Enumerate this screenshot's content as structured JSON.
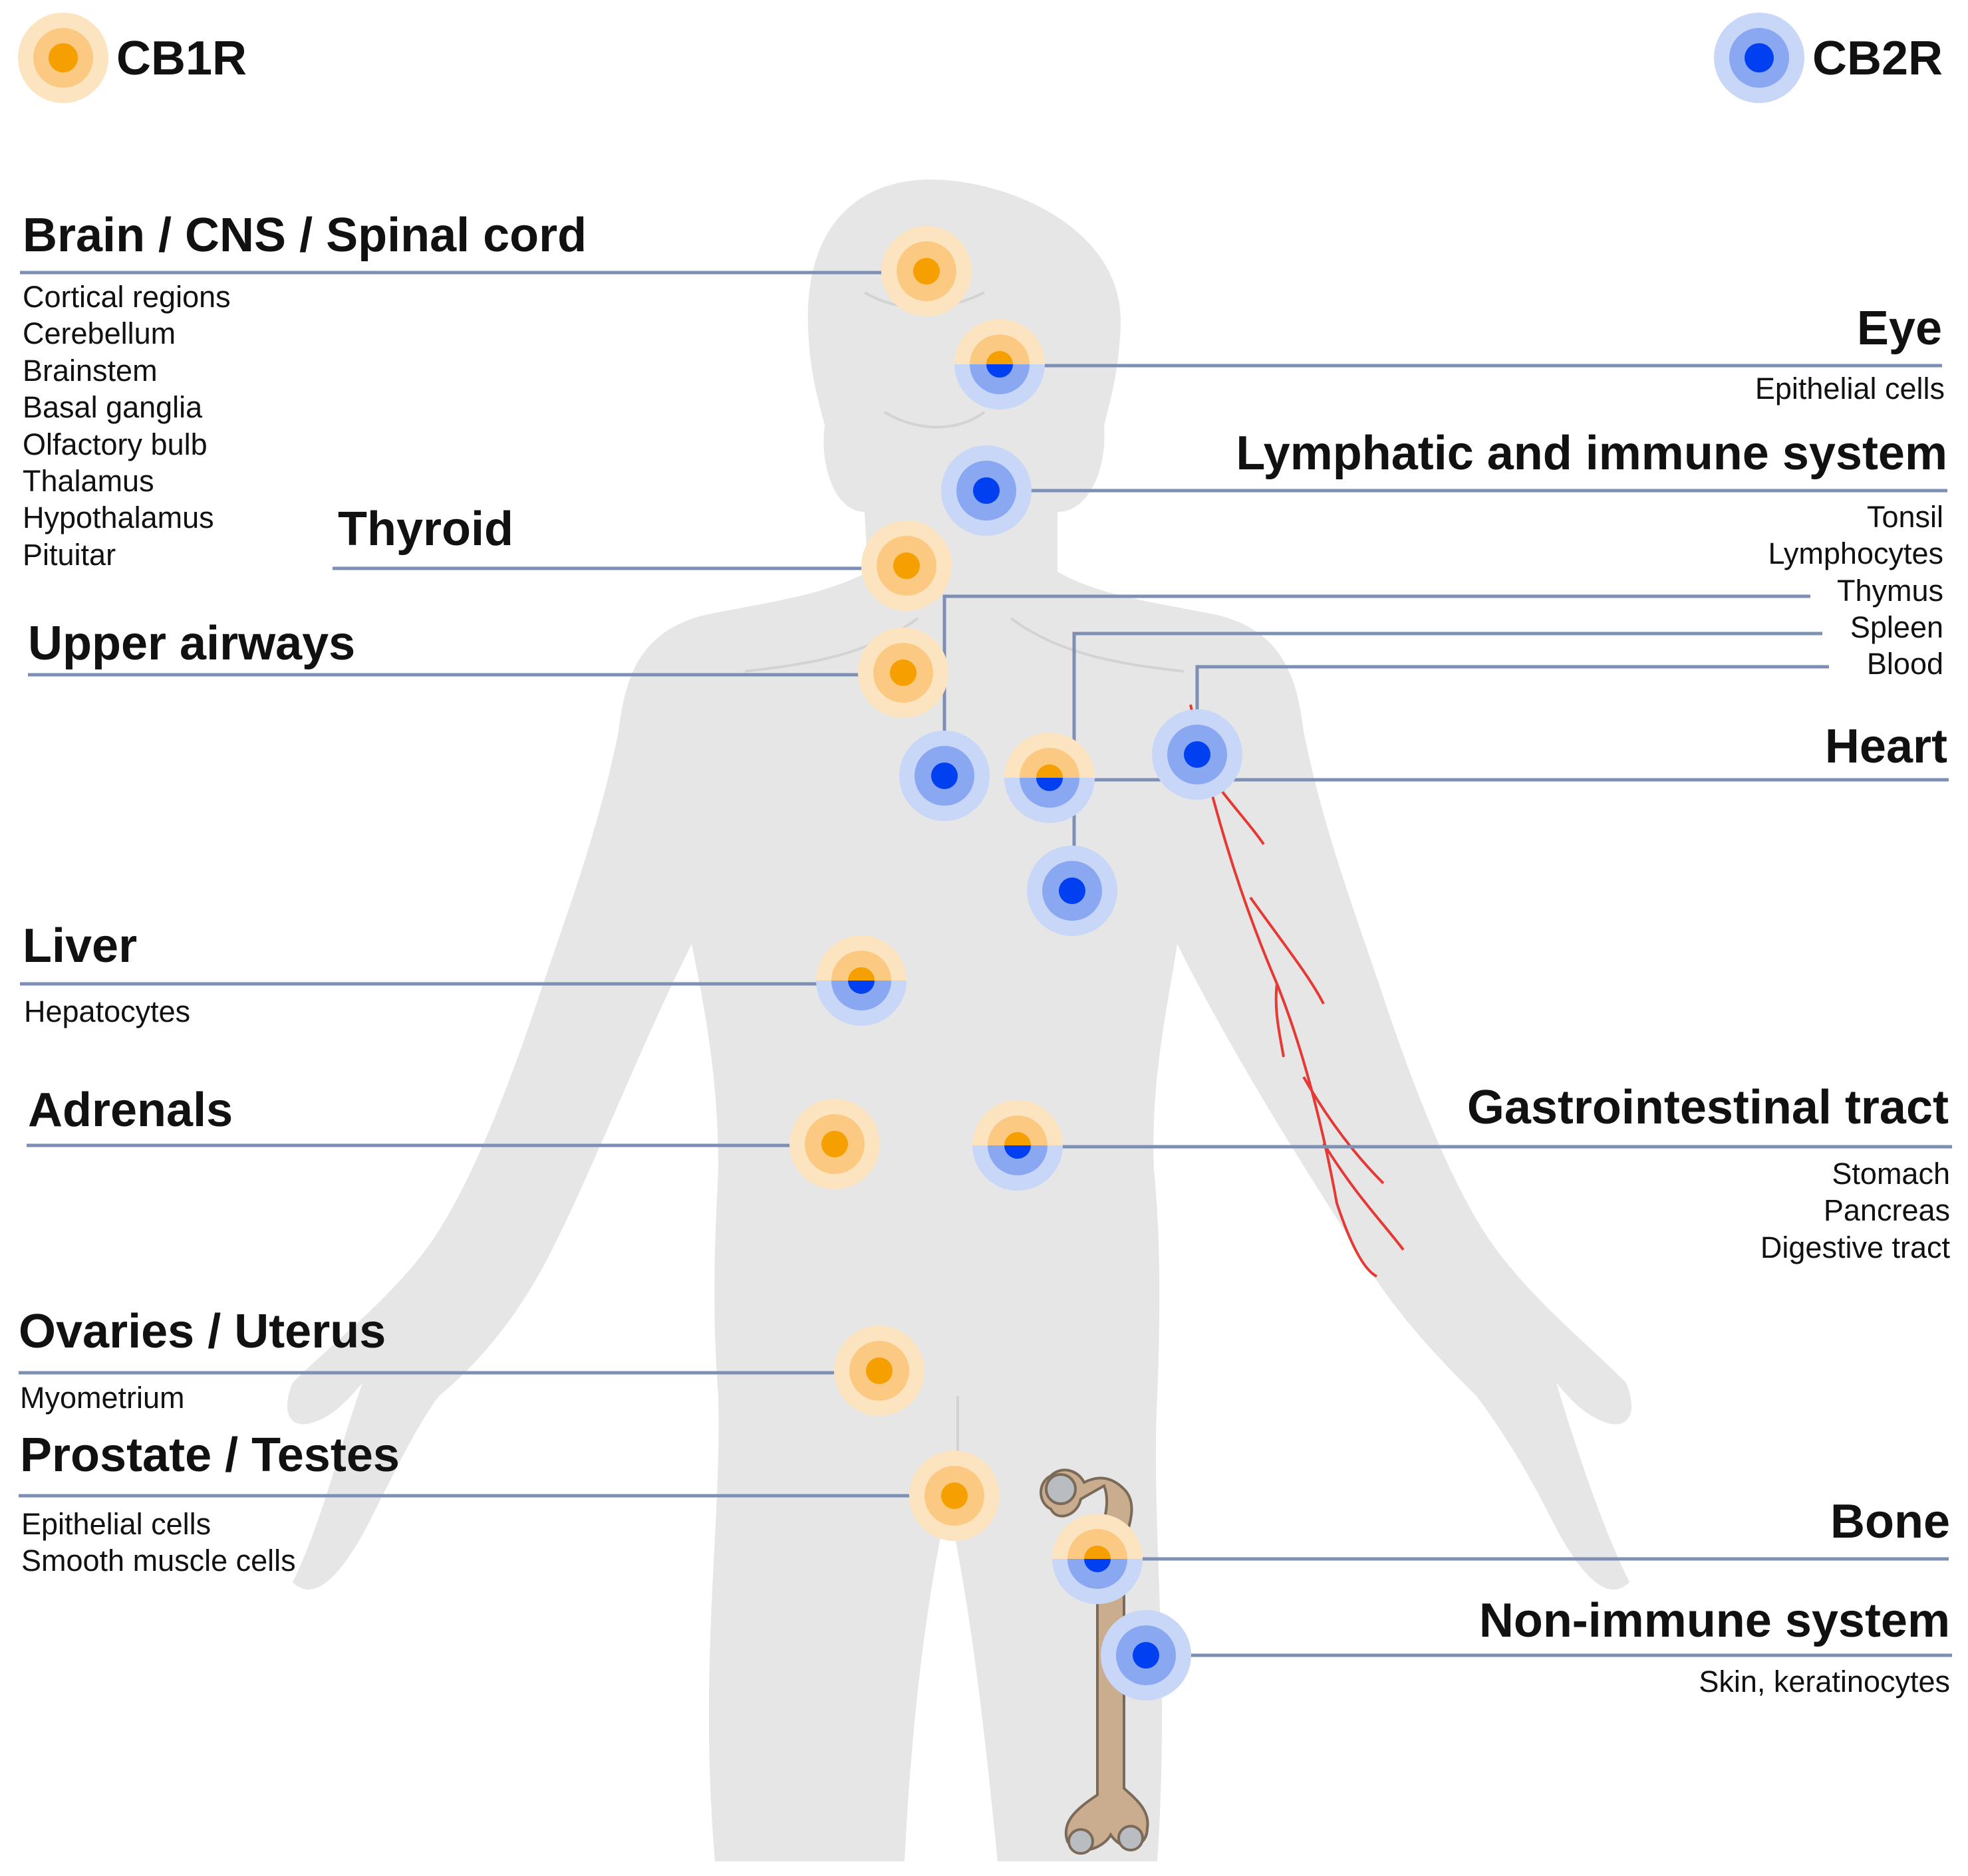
{
  "legend": {
    "cb1r": {
      "label": "CB1R",
      "color": "#f5a623"
    },
    "cb2r": {
      "label": "CB2R",
      "color": "#1f4fe0"
    }
  },
  "colors": {
    "cb1r_core": "#f5a000",
    "cb1r_halo": "#fbd7a4",
    "cb2r_core": "#0040f0",
    "cb2r_halo": "#a9c0f5",
    "leader_line": "#7d8fb3",
    "body_silhouette": "#e6e6e6",
    "vessel": "#e53935",
    "bone": "#c9ad8e"
  },
  "receptor_sites": [
    {
      "id": "brain",
      "receptors": [
        "CB1R"
      ]
    },
    {
      "id": "eye",
      "receptors": [
        "CB1R",
        "CB2R"
      ]
    },
    {
      "id": "lymphatic-tonsil",
      "receptors": [
        "CB2R"
      ]
    },
    {
      "id": "thyroid",
      "receptors": [
        "CB1R"
      ]
    },
    {
      "id": "upper-airways",
      "receptors": [
        "CB1R"
      ]
    },
    {
      "id": "thymus",
      "receptors": [
        "CB2R"
      ]
    },
    {
      "id": "heart",
      "receptors": [
        "CB1R",
        "CB2R"
      ]
    },
    {
      "id": "blood",
      "receptors": [
        "CB2R"
      ]
    },
    {
      "id": "spleen",
      "receptors": [
        "CB2R"
      ]
    },
    {
      "id": "liver",
      "receptors": [
        "CB1R",
        "CB2R"
      ]
    },
    {
      "id": "adrenals",
      "receptors": [
        "CB1R"
      ]
    },
    {
      "id": "gastrointestinal",
      "receptors": [
        "CB1R",
        "CB2R"
      ]
    },
    {
      "id": "ovaries-uterus",
      "receptors": [
        "CB1R"
      ]
    },
    {
      "id": "prostate-testes",
      "receptors": [
        "CB1R"
      ]
    },
    {
      "id": "bone",
      "receptors": [
        "CB1R",
        "CB2R"
      ]
    },
    {
      "id": "non-immune-skin",
      "receptors": [
        "CB2R"
      ]
    }
  ],
  "labels": {
    "brain": {
      "title": "Brain / CNS / Spinal cord",
      "items": [
        "Cortical regions",
        "Cerebellum",
        "Brainstem",
        "Basal ganglia",
        "Olfactory bulb",
        "Thalamus",
        "Hypothalamus",
        "Pituitar"
      ]
    },
    "thyroid": {
      "title": "Thyroid"
    },
    "upper_airways": {
      "title": "Upper airways"
    },
    "liver": {
      "title": "Liver",
      "items": [
        "Hepatocytes"
      ]
    },
    "adrenals": {
      "title": "Adrenals"
    },
    "ovaries": {
      "title": "Ovaries / Uterus",
      "items": [
        "Myometrium"
      ]
    },
    "prostate": {
      "title": "Prostate / Testes",
      "items": [
        "Epithelial cells",
        "Smooth muscle cells"
      ]
    },
    "eye": {
      "title": "Eye",
      "items": [
        "Epithelial cells"
      ]
    },
    "lymphatic": {
      "title": "Lymphatic and immune system",
      "items": [
        "Tonsil",
        "Lymphocytes",
        "Thymus",
        "Spleen",
        "Blood"
      ]
    },
    "heart": {
      "title": "Heart"
    },
    "gi": {
      "title": "Gastrointestinal tract",
      "items": [
        "Stomach",
        "Pancreas",
        "Digestive tract"
      ]
    },
    "bone": {
      "title": "Bone"
    },
    "nonimmune": {
      "title": "Non-immune system",
      "items": [
        "Skin, keratinocytes"
      ]
    }
  }
}
